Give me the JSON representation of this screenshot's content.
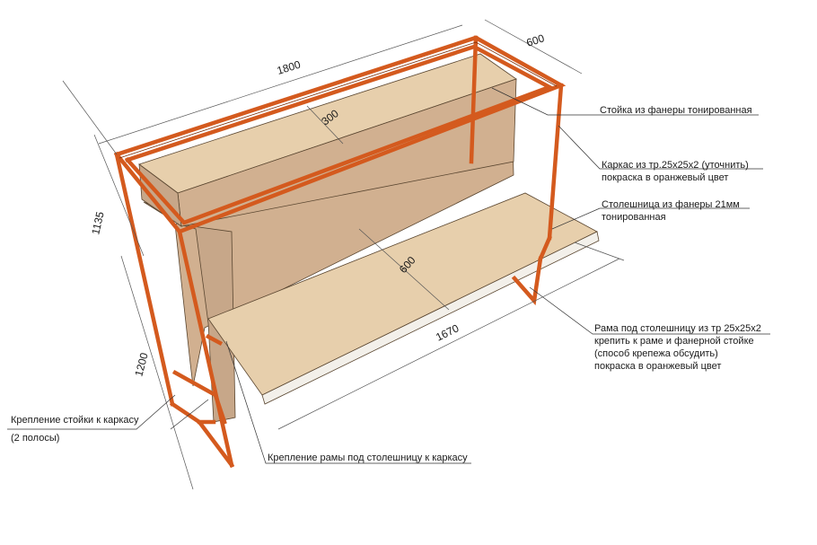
{
  "dimensions": {
    "length_total": "1800",
    "depth_total": "600",
    "shelf_depth": "300",
    "height_total": "1135",
    "height_lower": "1200",
    "tabletop_depth": "600",
    "tabletop_length": "1670"
  },
  "callouts": {
    "plywood_stand": "Стойка из фанеры тонированная",
    "frame_line1": "Каркас из тр.25х25х2 (уточнить)",
    "frame_line2": "покраска в оранжевый цвет",
    "tabletop_line1": "Столешница из фанеры 21мм",
    "tabletop_line2": "тонированная",
    "subframe_line1": "Рама под столешницу из тр 25х25х2",
    "subframe_line2": "крепить к раме и фанерной стойке",
    "subframe_line3": "(способ крепежа обсудить)",
    "subframe_line4": "покраска в оранжевый цвет",
    "stand_mount_line1": "Крепление стойки к каркасу",
    "stand_mount_line2": "(2 полосы)",
    "subframe_mount": "Крепление рамы под столешницу к каркасу"
  },
  "colors": {
    "frame": "#d45a1e",
    "plywood": "#e7cfac"
  }
}
